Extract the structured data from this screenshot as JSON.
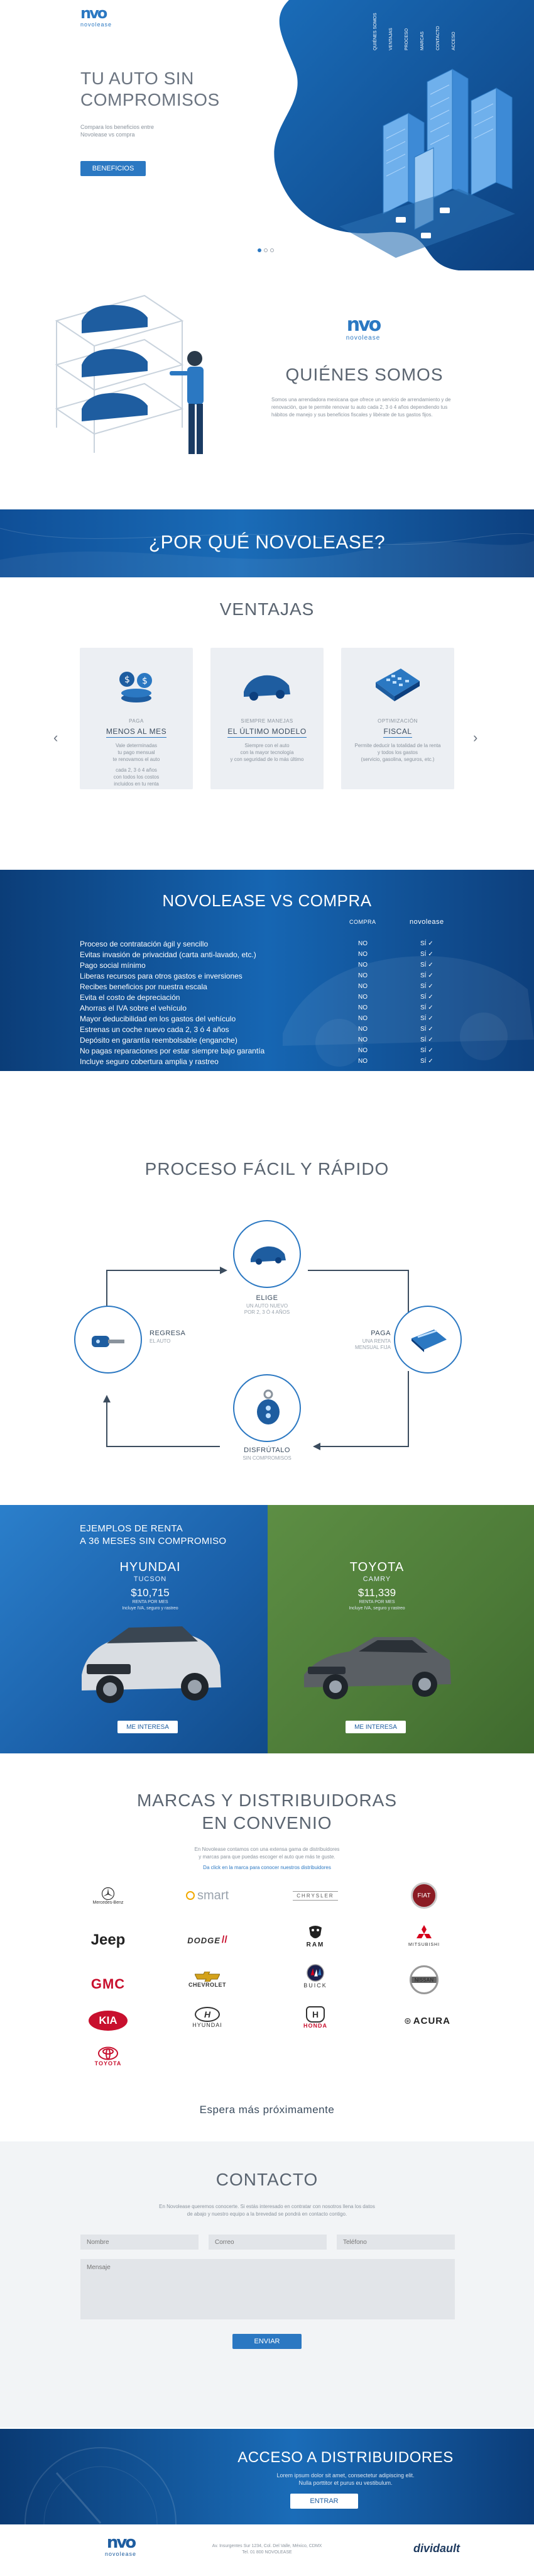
{
  "hero": {
    "logo_mark": "nvo",
    "logo_text": "novolease",
    "title_line1": "TU AUTO SIN",
    "title_line2": "COMPROMISOS",
    "subtitle_line1": "Compara los beneficios entre",
    "subtitle_line2": "Novolease vs compra",
    "cta": "BENEFICIOS",
    "nav": [
      "QUIÉNES SOMOS",
      "VENTAJAS",
      "PROCESO",
      "MARCAS",
      "CONTACTO",
      "ACCESO"
    ]
  },
  "quienes": {
    "logo_mark": "nvo",
    "logo_text": "novolease",
    "title": "QUIÉNES SOMOS",
    "body": "Somos una arrendadora mexicana que ofrece un servicio de arrendamiento y de renovación, que te permite renovar tu auto cada 2, 3 ó 4 años dependiendo tus hábitos de manejo y sus beneficios fiscales y libérate de tus gastos fijos."
  },
  "porque": {
    "title": "¿POR QUÉ NOVOLEASE?"
  },
  "ventajas": {
    "title": "VENTAJAS",
    "prev": "‹",
    "next": "›",
    "cards": [
      {
        "sub": "PAGA",
        "title": "MENOS AL MES",
        "desc1": "Vale determinadas",
        "desc2": "tu pago mensual",
        "desc3": "te renovamos el auto",
        "desc4": "cada 2, 3 ó 4 años",
        "desc5": "con todos los costos",
        "desc6": "incluidos en tu renta"
      },
      {
        "sub": "SIEMPRE MANEJAS",
        "title": "EL ÚLTIMO MODELO",
        "desc1": "Siempre con el auto",
        "desc2": "con la mayor tecnología",
        "desc3": "y con seguridad de lo más último",
        "desc4": "",
        "desc5": "",
        "desc6": ""
      },
      {
        "sub": "OPTIMIZACIÓN",
        "title": "FISCAL",
        "desc1": "Permite deducir la totalidad de la renta y todos los gastos",
        "desc2": "(servicio, gasolina, seguros, etc.)",
        "desc3": "",
        "desc4": "",
        "desc5": "",
        "desc6": ""
      }
    ]
  },
  "compare": {
    "title": "NOVOLEASE VS COMPRA",
    "col_compra": "COMPRA",
    "col_novolease": "novolease",
    "rows": [
      {
        "label": "Proceso de contratación ágil y sencillo",
        "compra": "NO",
        "nl": "SÍ ✓"
      },
      {
        "label": "Evitas invasión de privacidad (carta anti-lavado, etc.)",
        "compra": "NO",
        "nl": "SÍ ✓"
      },
      {
        "label": "Pago social mínimo",
        "compra": "NO",
        "nl": "SÍ ✓"
      },
      {
        "label": "Liberas recursos para otros gastos e inversiones",
        "compra": "NO",
        "nl": "SÍ ✓"
      },
      {
        "label": "Recibes beneficios por nuestra escala",
        "compra": "NO",
        "nl": "SÍ ✓"
      },
      {
        "label": "Evita el costo de depreciación",
        "compra": "NO",
        "nl": "SÍ ✓"
      },
      {
        "label": "Ahorras el IVA sobre el vehículo",
        "compra": "NO",
        "nl": "SÍ ✓"
      },
      {
        "label": "Mayor deducibilidad en los gastos del vehículo",
        "compra": "NO",
        "nl": "SÍ ✓"
      },
      {
        "label": "Estrenas un coche nuevo cada 2, 3 ó 4 años",
        "compra": "NO",
        "nl": "SÍ ✓"
      },
      {
        "label": "Depósito en garantía reembolsable (enganche)",
        "compra": "NO",
        "nl": "SÍ ✓"
      },
      {
        "label": "No pagas reparaciones por estar siempre bajo garantía",
        "compra": "NO",
        "nl": "SÍ ✓"
      },
      {
        "label": "Incluye seguro cobertura amplia y rastreo",
        "compra": "NO",
        "nl": "SÍ ✓"
      }
    ]
  },
  "proceso": {
    "title": "PROCESO FÁCIL Y RÁPIDO",
    "steps": {
      "elige": {
        "title": "ELIGE",
        "desc1": "UN AUTO NUEVO",
        "desc2": "POR 2, 3 Ó 4 AÑOS"
      },
      "paga": {
        "title": "PAGA",
        "desc1": "UNA RENTA",
        "desc2": "MENSUAL FIJA"
      },
      "disfruta": {
        "title": "DISFRÚTALO",
        "desc1": "SIN COMPROMISOS"
      },
      "regresa": {
        "title": "REGRESA",
        "desc1": "EL AUTO"
      }
    }
  },
  "ejemplos": {
    "heading_line1": "EJEMPLOS DE RENTA",
    "heading_line2": "A 36 MESES SIN COMPROMISO",
    "cars": [
      {
        "brand": "HYUNDAI",
        "model": "TUCSON",
        "price": "$10,715",
        "note1": "RENTA POR MES",
        "note2": "Incluye IVA, seguro y rastreo",
        "cta": "ME INTERESA"
      },
      {
        "brand": "TOYOTA",
        "model": "CAMRY",
        "price": "$11,339",
        "note1": "RENTA POR MES",
        "note2": "Incluye IVA, seguro y rastreo",
        "cta": "ME INTERESA"
      }
    ]
  },
  "marcas": {
    "title_line1": "MARCAS Y DISTRIBUIDORAS",
    "title_line2": "EN CONVENIO",
    "intro1": "En Novolease contamos con una extensa gama de distribuidores",
    "intro2": "y marcas para que puedas escoger el auto que más te guste.",
    "link": "Da click en la marca para conocer nuestros distribuidores",
    "brands": {
      "mercedes": "Mercedes-Benz",
      "smart": "smart",
      "chrysler": "CHRYSLER",
      "fiat": "FIAT",
      "jeep": "Jeep",
      "dodge": "DODGE",
      "ram": "RAM",
      "mitsubishi": "MITSUBISHI",
      "gmc": "GMC",
      "chevrolet": "CHEVROLET",
      "buick": "BUICK",
      "nissan": "NISSAN",
      "kia": "KIA",
      "hyundai": "HYUNDAI",
      "honda": "HONDA",
      "acura": "ACURA",
      "toyota": "TOYOTA"
    },
    "soon": "Espera más próximamente"
  },
  "contacto": {
    "title": "CONTACTO",
    "intro1": "En Novolease queremos conocerte. Si estás interesado en contratar con nosotros llena los datos",
    "intro2": "de abajo y nuestro equipo a la brevedad se pondrá en contacto contigo.",
    "nombre_ph": "Nombre",
    "correo_ph": "Correo",
    "telefono_ph": "Teléfono",
    "mensaje_ph": "Mensaje",
    "submit": "ENVIAR"
  },
  "acceso": {
    "title": "ACCESO A DISTRIBUIDORES",
    "body1": "Lorem ipsum dolor sit amet, consectetur adipiscing elit.",
    "body2": "Nulla porttitor et purus eu vestibulum.",
    "cta": "ENTRAR"
  },
  "footer": {
    "logo_mark": "nvo",
    "logo_text": "novolease",
    "line1": "Av. Insurgentes Sur 1234, Col. Del Valle, México, CDMX",
    "line2": "Tel. 01 800 NOVOLEASE",
    "brand_right": "dividault"
  },
  "colors": {
    "primary": "#1a6cb8",
    "dark": "#0f4f97",
    "green": "#5a8a3e",
    "text": "#5a6470"
  }
}
